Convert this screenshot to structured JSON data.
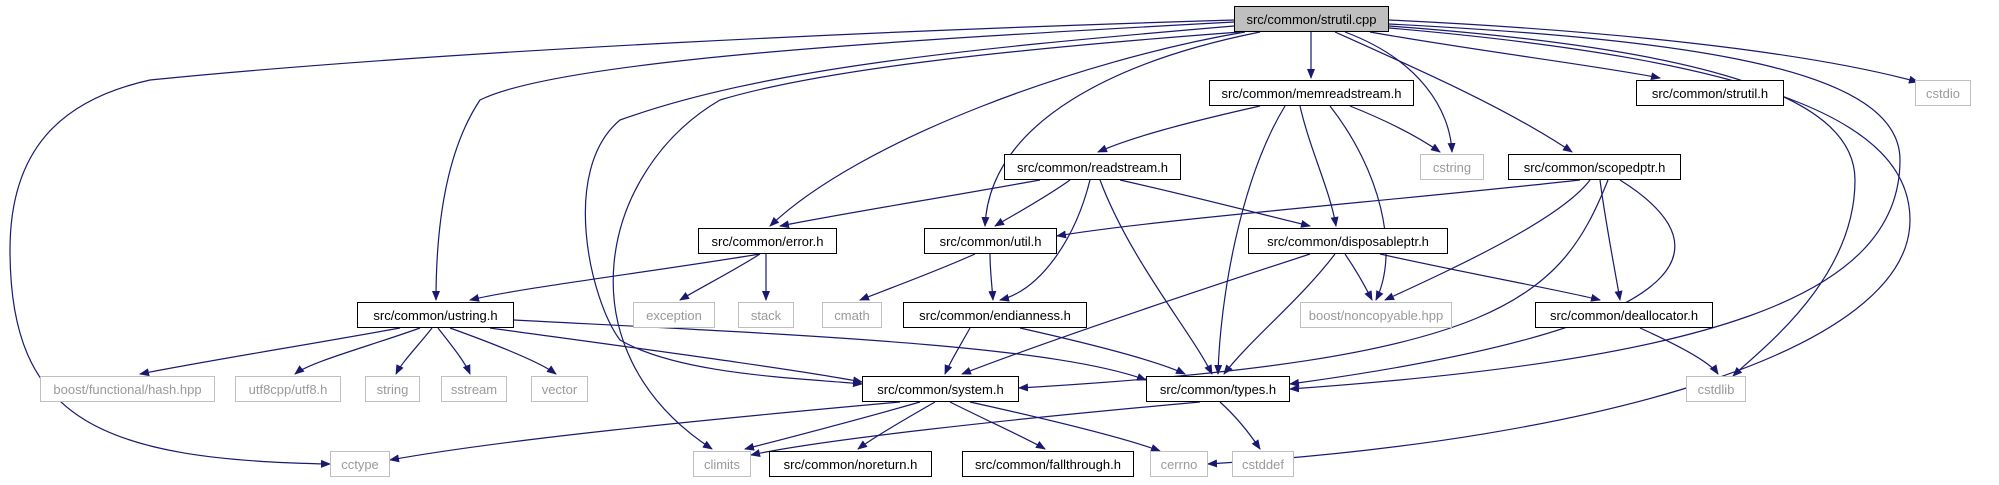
{
  "diagram": {
    "colors": {
      "edge": "#191970",
      "project_border": "#000000",
      "external_border": "#bfbfbf",
      "external_text": "#9a9a9a",
      "root_fill": "#bfbfbf"
    },
    "nodes": {
      "strutil_cpp": "src/common/strutil.cpp",
      "memreadstream_h": "src/common/memreadstream.h",
      "strutil_h": "src/common/strutil.h",
      "cstdio": "cstdio",
      "readstream_h": "src/common/readstream.h",
      "cstring": "cstring",
      "scopedptr_h": "src/common/scopedptr.h",
      "error_h": "src/common/error.h",
      "util_h": "src/common/util.h",
      "disposableptr_h": "src/common/disposableptr.h",
      "ustring_h": "src/common/ustring.h",
      "exception": "exception",
      "stack": "stack",
      "cmath": "cmath",
      "endianness_h": "src/common/endianness.h",
      "noncopyable_hpp": "boost/noncopyable.hpp",
      "deallocator_h": "src/common/deallocator.h",
      "hash_hpp": "boost/functional/hash.hpp",
      "utf8_h": "utf8cpp/utf8.h",
      "string": "string",
      "sstream": "sstream",
      "vector": "vector",
      "system_h": "src/common/system.h",
      "types_h": "src/common/types.h",
      "cstdlib": "cstdlib",
      "cctype": "cctype",
      "climits": "climits",
      "noreturn_h": "src/common/noreturn.h",
      "fallthrough_h": "src/common/fallthrough.h",
      "cerrno": "cerrno",
      "cstddef": "cstddef"
    }
  }
}
